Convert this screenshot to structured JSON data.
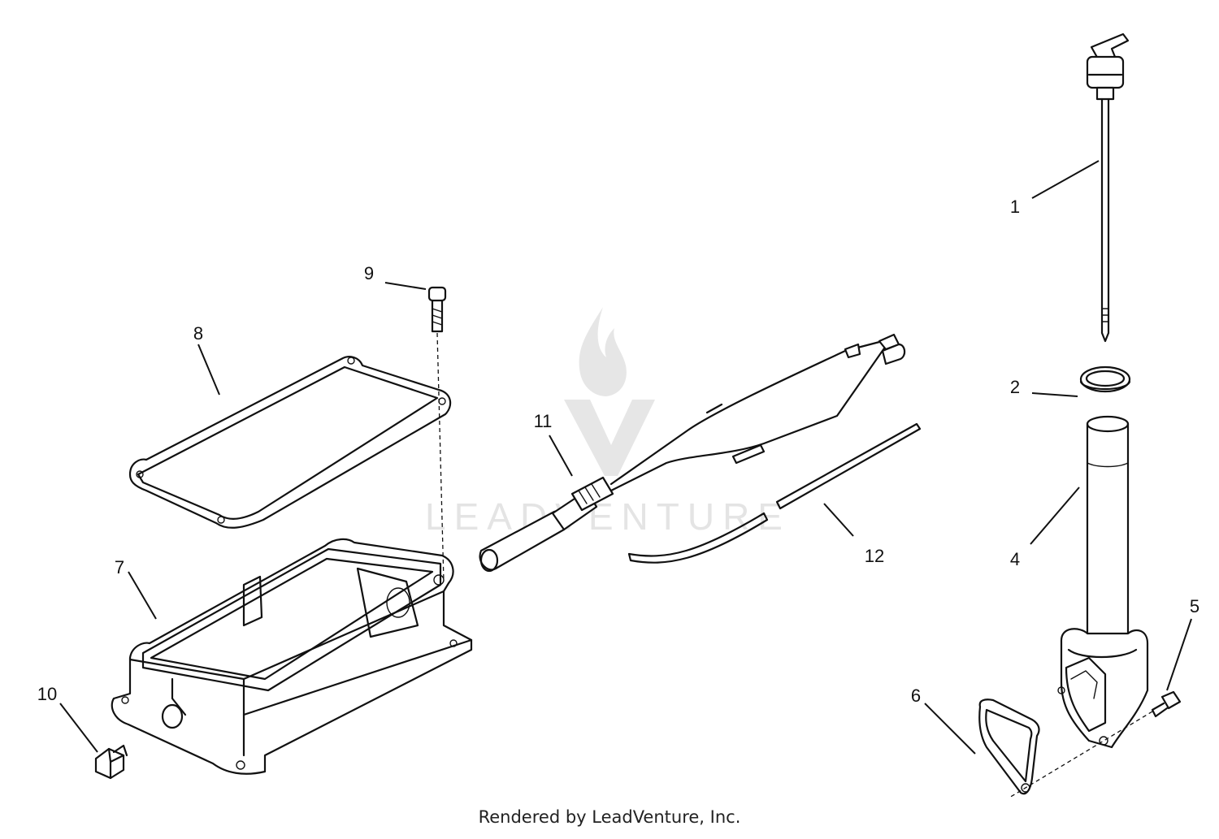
{
  "watermark": {
    "brand": "LEADVENTURE"
  },
  "credit": "Rendered by LeadVenture, Inc.",
  "callouts": [
    {
      "id": "1",
      "label": "1"
    },
    {
      "id": "2",
      "label": "2"
    },
    {
      "id": "4",
      "label": "4"
    },
    {
      "id": "5",
      "label": "5"
    },
    {
      "id": "6",
      "label": "6"
    },
    {
      "id": "7",
      "label": "7"
    },
    {
      "id": "8",
      "label": "8"
    },
    {
      "id": "9",
      "label": "9"
    },
    {
      "id": "10",
      "label": "10"
    },
    {
      "id": "11",
      "label": "11"
    },
    {
      "id": "12",
      "label": "12"
    }
  ],
  "colors": {
    "ink": "#111111",
    "watermark": "#e4e4e4",
    "background": "#ffffff"
  }
}
